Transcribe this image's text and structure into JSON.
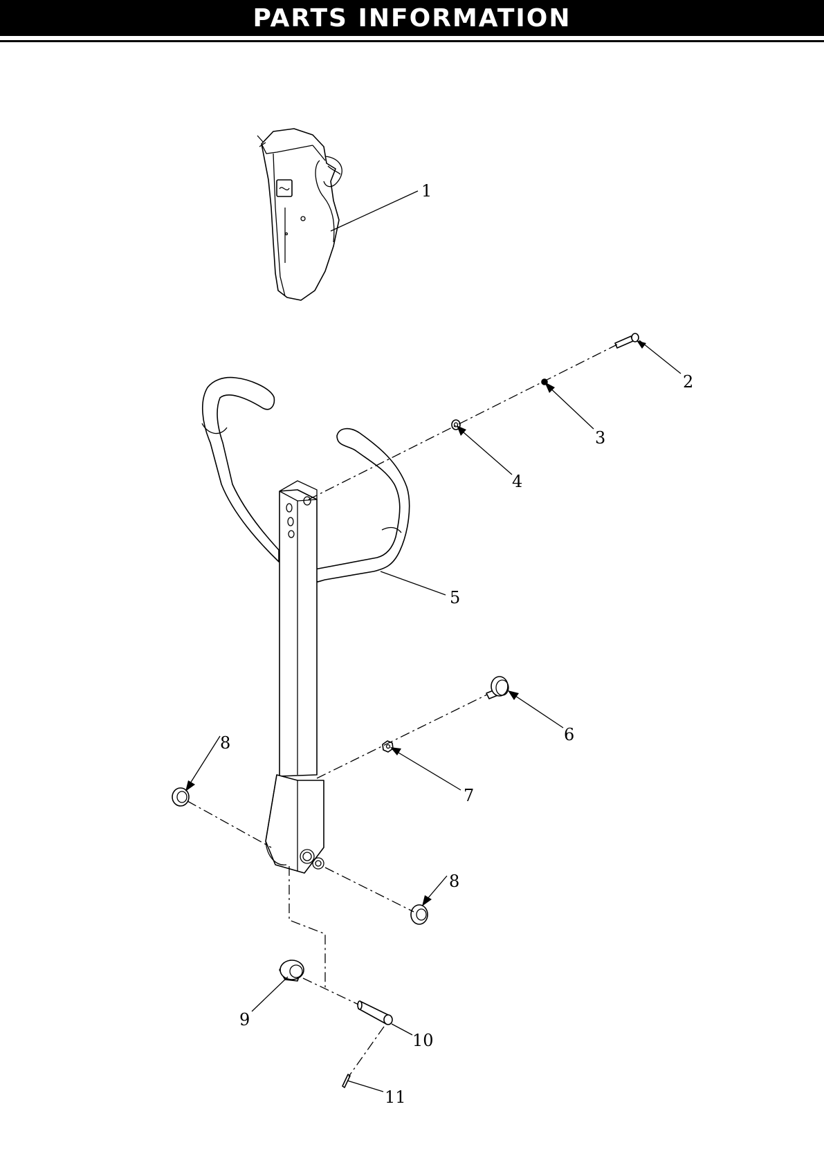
{
  "header": {
    "title": "PARTS INFORMATION"
  },
  "callouts": [
    "1",
    "2",
    "3",
    "4",
    "5",
    "6",
    "7",
    "8",
    "8",
    "9",
    "10",
    "11"
  ]
}
